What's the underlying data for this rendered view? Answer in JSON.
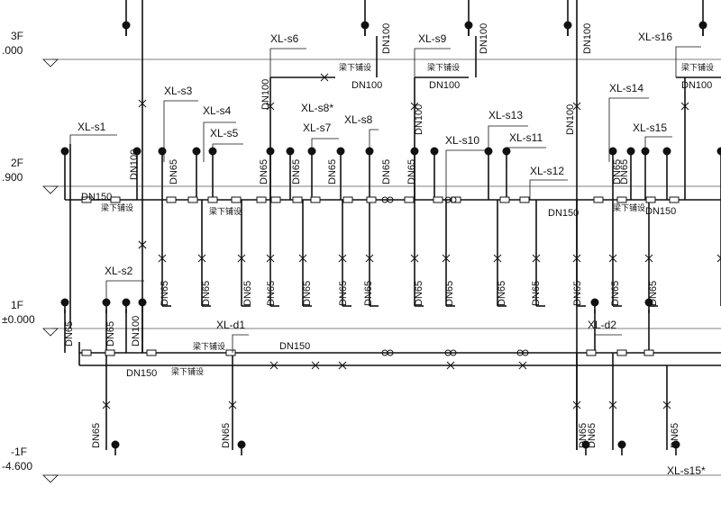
{
  "floors": [
    {
      "id": "3f",
      "name": "3F",
      "elev": ".000"
    },
    {
      "id": "2f",
      "name": "2F",
      "elev": ".900"
    },
    {
      "id": "1f",
      "name": "1F",
      "elev": "±0.000"
    },
    {
      "id": "b1",
      "name": "-1F",
      "elev": "-4.600"
    }
  ],
  "risers": {
    "s1": "XL-s1",
    "s2": "XL-s2",
    "s3": "XL-s3",
    "s4": "XL-s4",
    "s5": "XL-s5",
    "s6": "XL-s6",
    "s7": "XL-s7",
    "s8a": "XL-s8*",
    "s8": "XL-s8",
    "s9": "XL-s9",
    "s10": "XL-s10",
    "s11": "XL-s11",
    "s12": "XL-s12",
    "s13": "XL-s13",
    "s14": "XL-s14",
    "s15": "XL-s15",
    "s16": "XL-s16",
    "s15b": "XL-s15*",
    "d1": "XL-d1",
    "d2": "XL-d2"
  },
  "pipe_sizes": {
    "dn65": "DN65",
    "dn100": "DN100",
    "dn150": "DN150"
  },
  "notes": {
    "under_beam": "梁下铺设"
  },
  "colors": {
    "line": "#111111",
    "floor_line": "#555555"
  }
}
